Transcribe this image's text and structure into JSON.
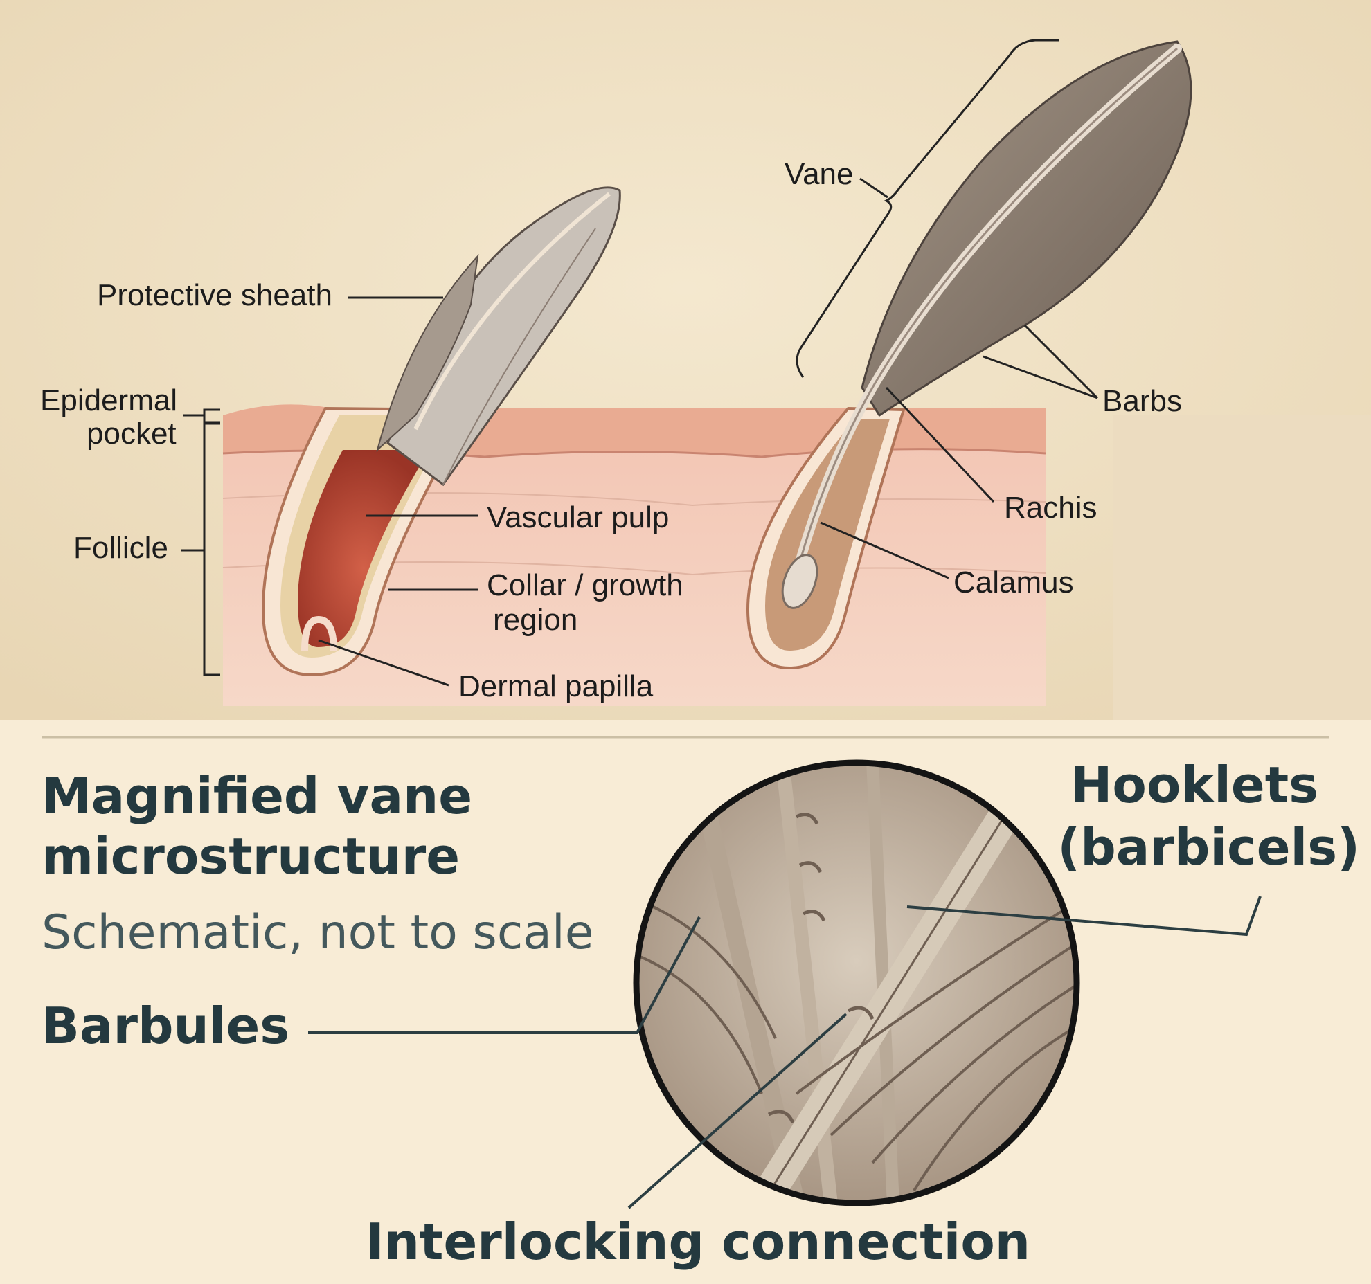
{
  "anatomy_labels": {
    "vane": "Vane",
    "protective_sheath": "Protective sheath",
    "epidermal_pocket_line1": "Epidermal",
    "epidermal_pocket_line2": "pocket",
    "follicle": "Follicle",
    "vascular_pulp": "Vascular pulp",
    "collar_line1": "Collar / growth",
    "collar_line2": "region",
    "dermal_papilla": "Dermal papilla",
    "barbs": "Barbs",
    "rachis": "Rachis",
    "calamus": "Calamus"
  },
  "magnified_section": {
    "title_line1": "Magnified vane",
    "title_line2": "microstructure",
    "subtitle": "Schematic, not to scale",
    "barbules": "Barbules",
    "hooklets_line1": "Hooklets",
    "hooklets_line2": "(barbicels)",
    "interlocking": "Interlocking connection"
  },
  "colors": {
    "parchment": "#efe0c2",
    "lower_panel": "#f8ecd6",
    "skin": "#f0c2b0",
    "epidermis": "#e8a88e",
    "pulp": "#c0503a",
    "feather": "#7d7066",
    "title_text": "#24393f",
    "leader": "#2c3e42"
  }
}
